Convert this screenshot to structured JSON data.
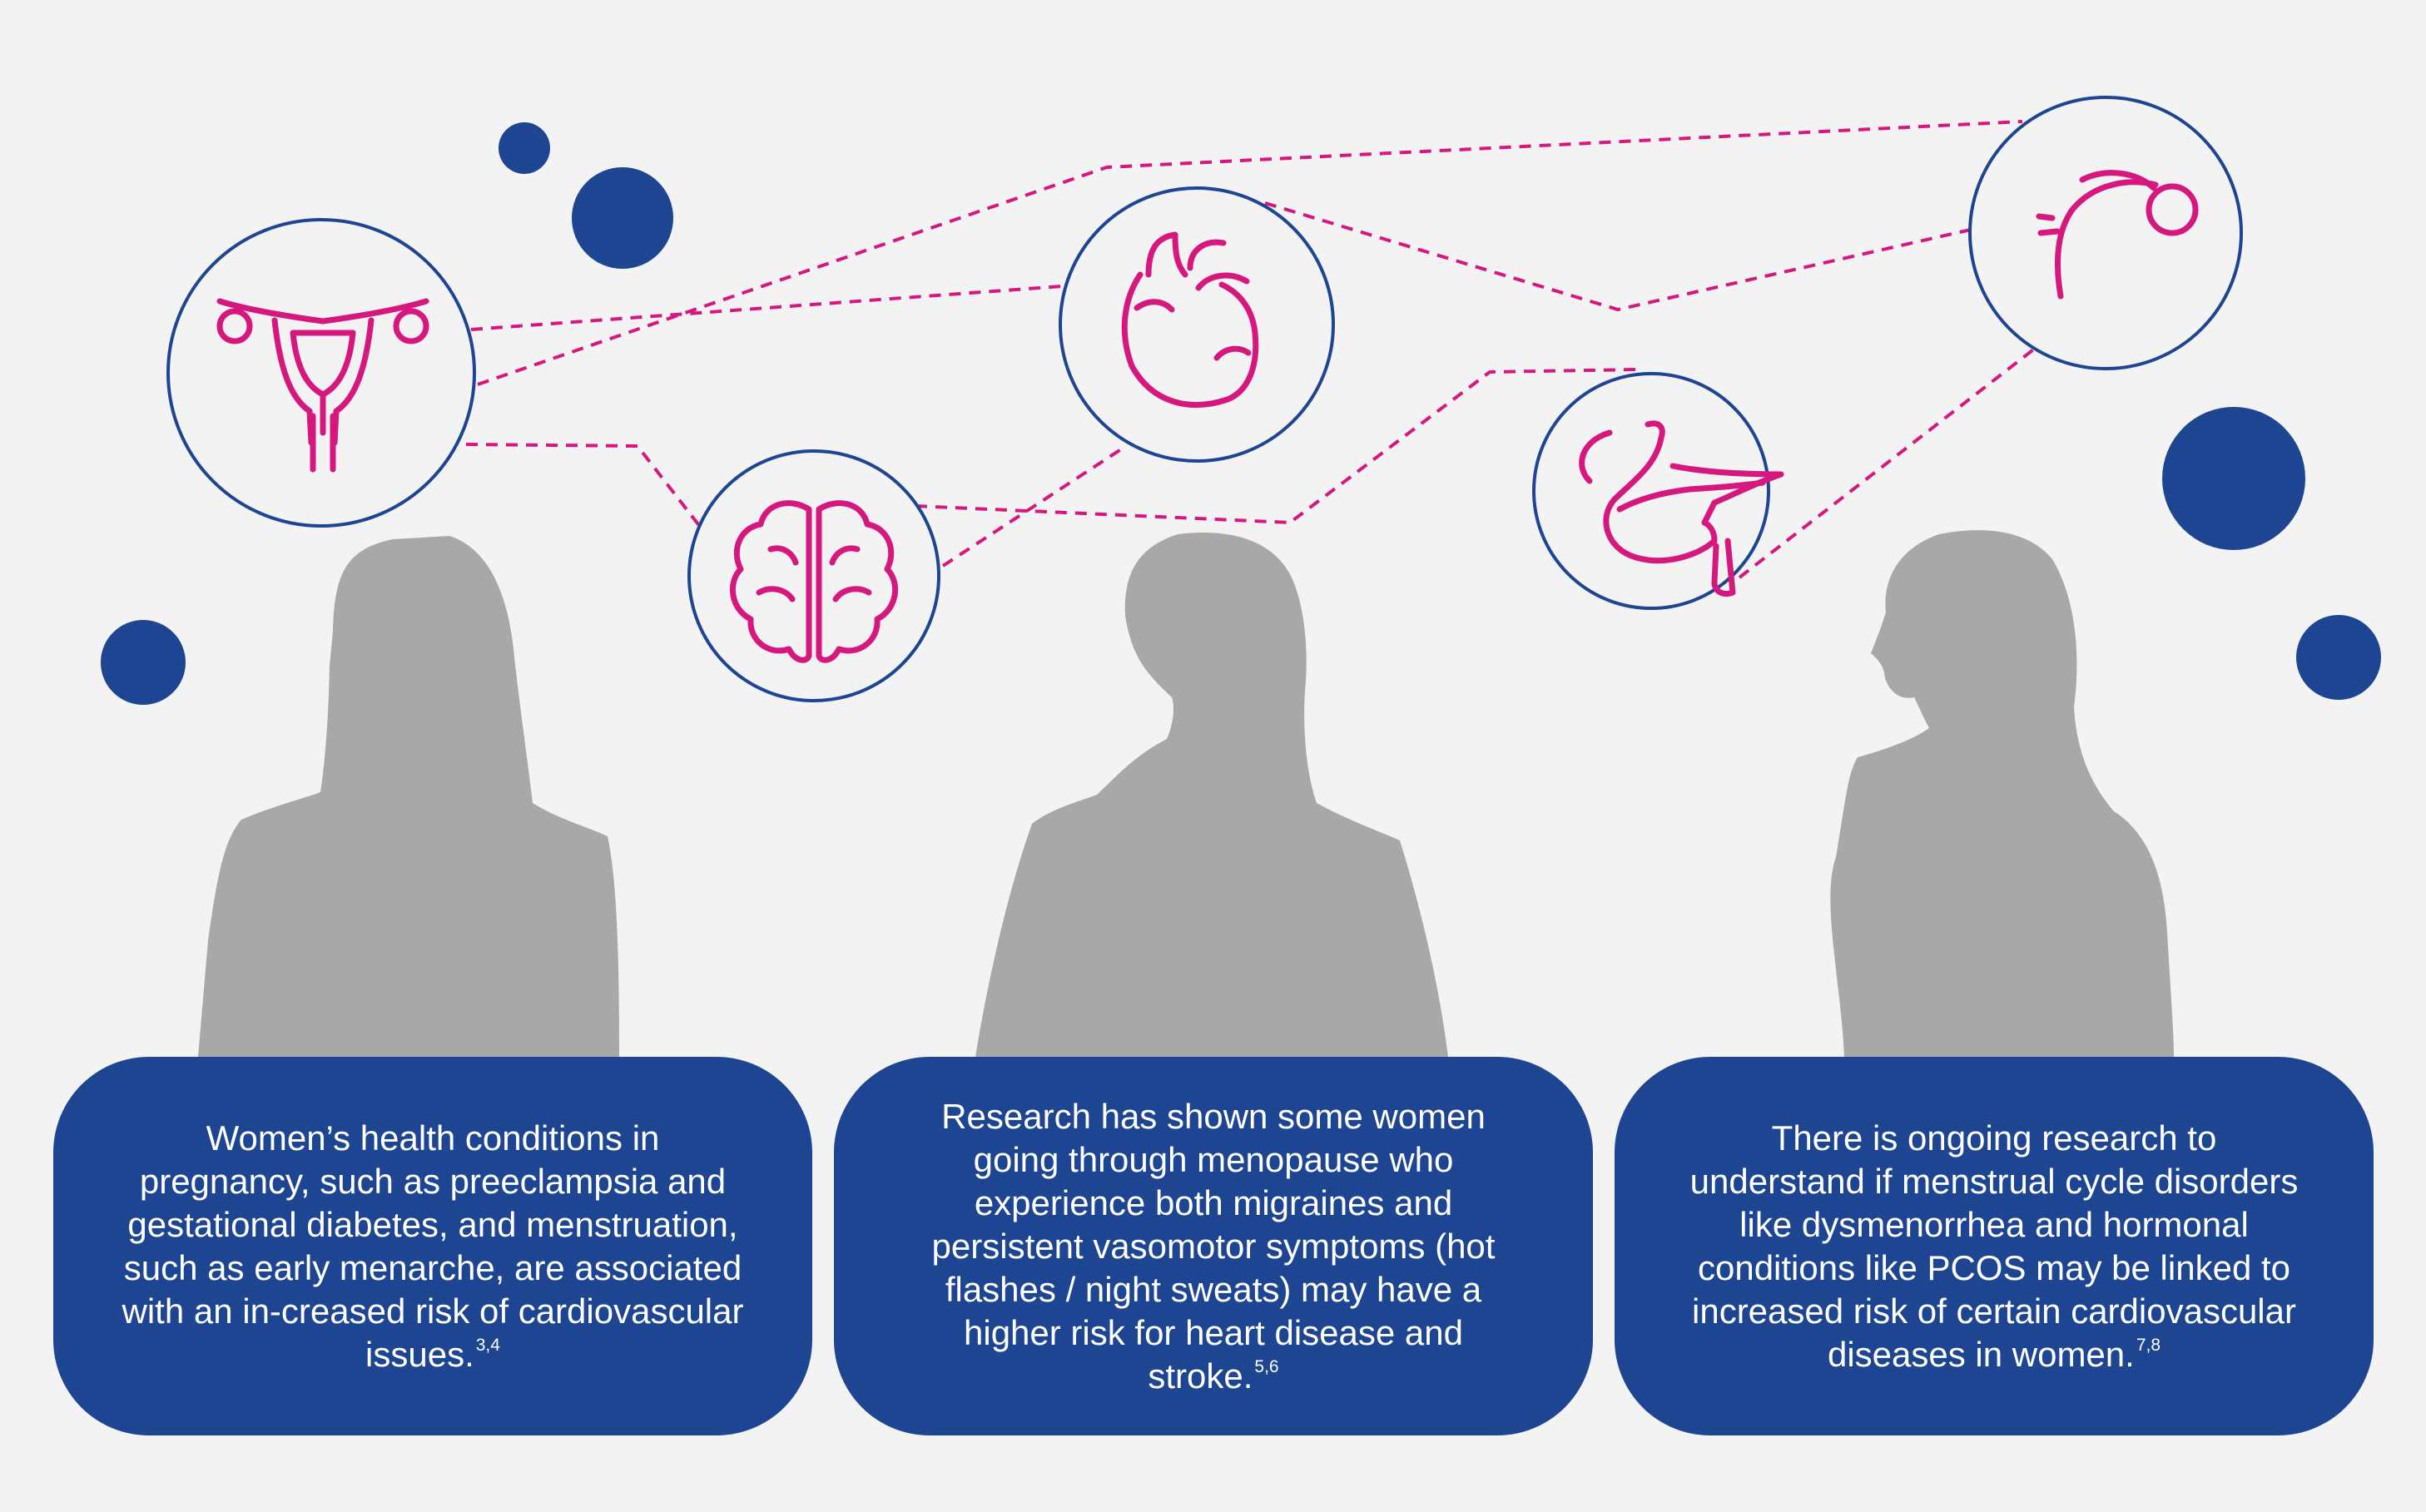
{
  "colors": {
    "background": "#f3f3f3",
    "navy": "#1d4592",
    "magenta": "#d6177e",
    "silhouette": "#a8a8a8"
  },
  "icons": [
    "uterus-icon",
    "heart-icon",
    "brain-icon",
    "pancreas-icon",
    "ovary-icon"
  ],
  "panels": [
    {
      "text": "Women’s health conditions in pregnancy, such as preeclampsia and gestational diabetes, and menstruation, such as early menarche, are associated with an in-creased risk of cardiovascular issues.",
      "refs": "3,4"
    },
    {
      "text": "Research has shown some women going through menopause who experience both migraines and persistent vasomotor symptoms (hot flashes / night sweats) may have a higher risk for heart disease and stroke.",
      "refs": "5,6"
    },
    {
      "text": "There is ongoing research to understand if menstrual cycle disorders like dysmenorrhea and hormonal conditions like PCOS may be linked to increased risk of certain cardiovascular diseases in women.",
      "refs": "7,8"
    }
  ]
}
